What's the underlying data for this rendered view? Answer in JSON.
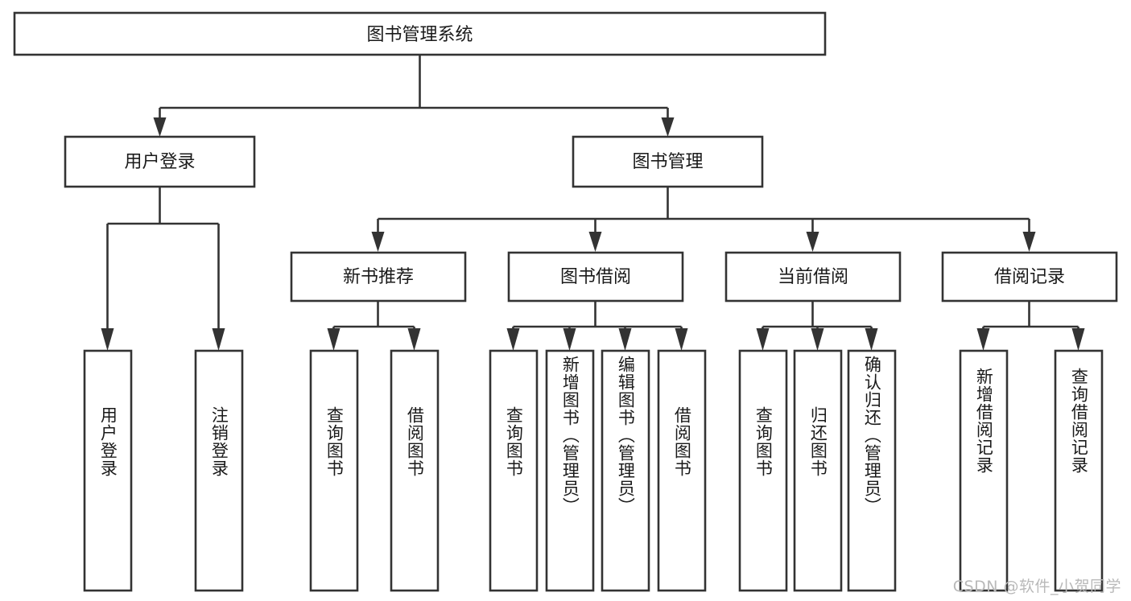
{
  "diagram": {
    "type": "tree-hierarchy",
    "title": "图书管理系统",
    "watermark": "CSDN @软件_小贺同学",
    "colors": {
      "box_stroke": "#333333",
      "box_fill": "#ffffff",
      "text": "#1a1a1a",
      "background": "#ffffff",
      "watermark": "#b9b9b9"
    },
    "root": {
      "id": "root",
      "label": "图书管理系统"
    },
    "level2": [
      {
        "id": "user-login",
        "label": "用户登录"
      },
      {
        "id": "book-management",
        "label": "图书管理"
      }
    ],
    "level3": [
      {
        "id": "new-book-recommend",
        "label": "新书推荐",
        "parent": "book-management"
      },
      {
        "id": "book-borrow",
        "label": "图书借阅",
        "parent": "book-management"
      },
      {
        "id": "current-borrow",
        "label": "当前借阅",
        "parent": "book-management"
      },
      {
        "id": "borrow-record",
        "label": "借阅记录",
        "parent": "book-management"
      }
    ],
    "leaves": [
      {
        "id": "leaf-user-login",
        "label": "用户登录",
        "parent": "user-login"
      },
      {
        "id": "leaf-user-logout",
        "label": "注销登录",
        "parent": "user-login"
      },
      {
        "id": "leaf-query-book-1",
        "label": "查询图书",
        "parent": "new-book-recommend"
      },
      {
        "id": "leaf-borrow-book-1",
        "label": "借阅图书",
        "parent": "new-book-recommend"
      },
      {
        "id": "leaf-query-book-2",
        "label": "查询图书",
        "parent": "book-borrow"
      },
      {
        "id": "leaf-add-book",
        "label": "新增图书（管理员）",
        "parent": "book-borrow"
      },
      {
        "id": "leaf-edit-book",
        "label": "编辑图书（管理员）",
        "parent": "book-borrow"
      },
      {
        "id": "leaf-borrow-book-2",
        "label": "借阅图书",
        "parent": "book-borrow"
      },
      {
        "id": "leaf-query-book-3",
        "label": "查询图书",
        "parent": "current-borrow"
      },
      {
        "id": "leaf-return-book",
        "label": "归还图书",
        "parent": "current-borrow"
      },
      {
        "id": "leaf-confirm-return",
        "label": "确认归还（管理员）",
        "parent": "current-borrow"
      },
      {
        "id": "leaf-add-record",
        "label": "新增借阅记录",
        "parent": "borrow-record"
      },
      {
        "id": "leaf-query-record",
        "label": "查询借阅记录",
        "parent": "borrow-record"
      }
    ]
  }
}
